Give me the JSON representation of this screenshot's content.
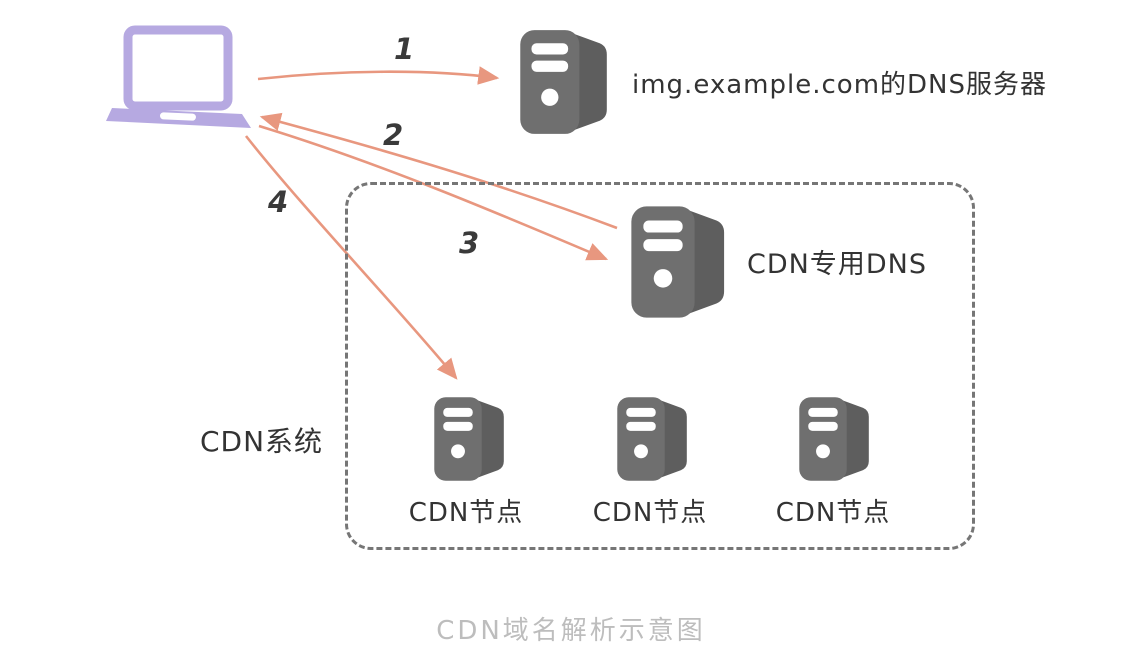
{
  "title": "CDN域名解析示意图",
  "nodes": {
    "client": {
      "icon": "laptop-icon"
    },
    "dns_server": {
      "icon": "server-icon",
      "label": "img.example.com的DNS服务器"
    },
    "cdn_dns": {
      "icon": "server-icon",
      "label": "CDN专用DNS"
    },
    "cdn_system": {
      "label": "CDN系统"
    },
    "cdn_nodes": [
      {
        "icon": "server-icon",
        "label": "CDN节点"
      },
      {
        "icon": "server-icon",
        "label": "CDN节点"
      },
      {
        "icon": "server-icon",
        "label": "CDN节点"
      }
    ]
  },
  "arrows": [
    {
      "label": "1",
      "from": "client",
      "to": "dns_server"
    },
    {
      "label": "2",
      "from": "cdn_dns",
      "to": "client"
    },
    {
      "label": "3",
      "from": "client",
      "to": "cdn_dns"
    },
    {
      "label": "4",
      "from": "client",
      "to": "cdn_node_1"
    }
  ],
  "colors": {
    "laptop": "#b6a9e1",
    "server_front": "#6f6f6f",
    "server_side": "#5e5e5e",
    "arrow": "#e8977f",
    "box_border": "#767676",
    "label_text": "#333333",
    "caption_text": "#bdbdbd"
  }
}
